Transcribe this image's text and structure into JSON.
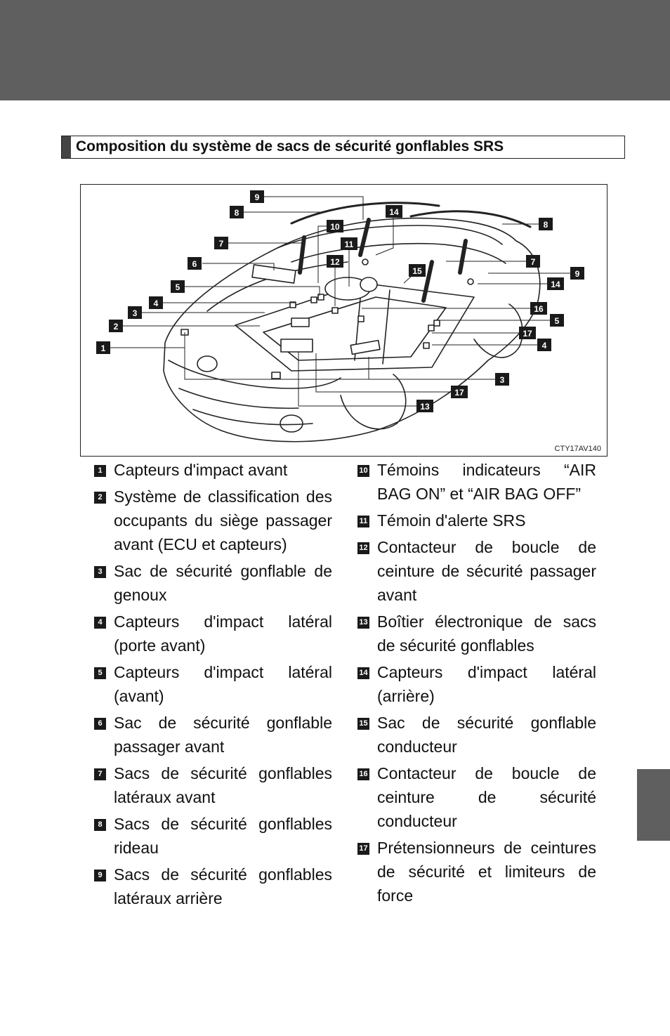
{
  "section": {
    "title": "Composition du système de sacs de sécurité gonflables SRS"
  },
  "figure": {
    "code": "CTY17AV140",
    "callouts": [
      "1",
      "2",
      "3",
      "4",
      "5",
      "6",
      "7",
      "8",
      "9",
      "10",
      "11",
      "12",
      "13",
      "14",
      "15",
      "16",
      "17"
    ]
  },
  "legend": {
    "left": [
      {
        "num": "1",
        "text": "Capteurs d'impact avant"
      },
      {
        "num": "2",
        "text": "Système de classification des occupants du siège passager avant (ECU et capteurs)"
      },
      {
        "num": "3",
        "text": "Sac de sécurité gonflable de genoux"
      },
      {
        "num": "4",
        "text": "Capteurs d'impact latéral (porte avant)"
      },
      {
        "num": "5",
        "text": "Capteurs d'impact latéral (avant)"
      },
      {
        "num": "6",
        "text": "Sac de sécurité gonflable passager avant"
      },
      {
        "num": "7",
        "text": "Sacs de sécurité gonflables latéraux avant"
      },
      {
        "num": "8",
        "text": "Sacs de sécurité gonflables rideau"
      },
      {
        "num": "9",
        "text": "Sacs de sécurité gonflables latéraux arrière"
      }
    ],
    "right": [
      {
        "num": "10",
        "text": "Témoins indicateurs “AIR BAG ON” et “AIR BAG OFF”"
      },
      {
        "num": "11",
        "text": "Témoin d'alerte SRS"
      },
      {
        "num": "12",
        "text": "Contacteur de boucle de ceinture de sécurité passager avant"
      },
      {
        "num": "13",
        "text": "Boîtier électronique de sacs de sécurité gonflables"
      },
      {
        "num": "14",
        "text": "Capteurs d'impact latéral (arrière)"
      },
      {
        "num": "15",
        "text": "Sac de sécurité gonflable conducteur"
      },
      {
        "num": "16",
        "text": "Contacteur de boucle de ceinture de sécurité conducteur"
      },
      {
        "num": "17",
        "text": "Prétensionneurs de ceintures de sécurité et limiteurs de force"
      }
    ]
  }
}
